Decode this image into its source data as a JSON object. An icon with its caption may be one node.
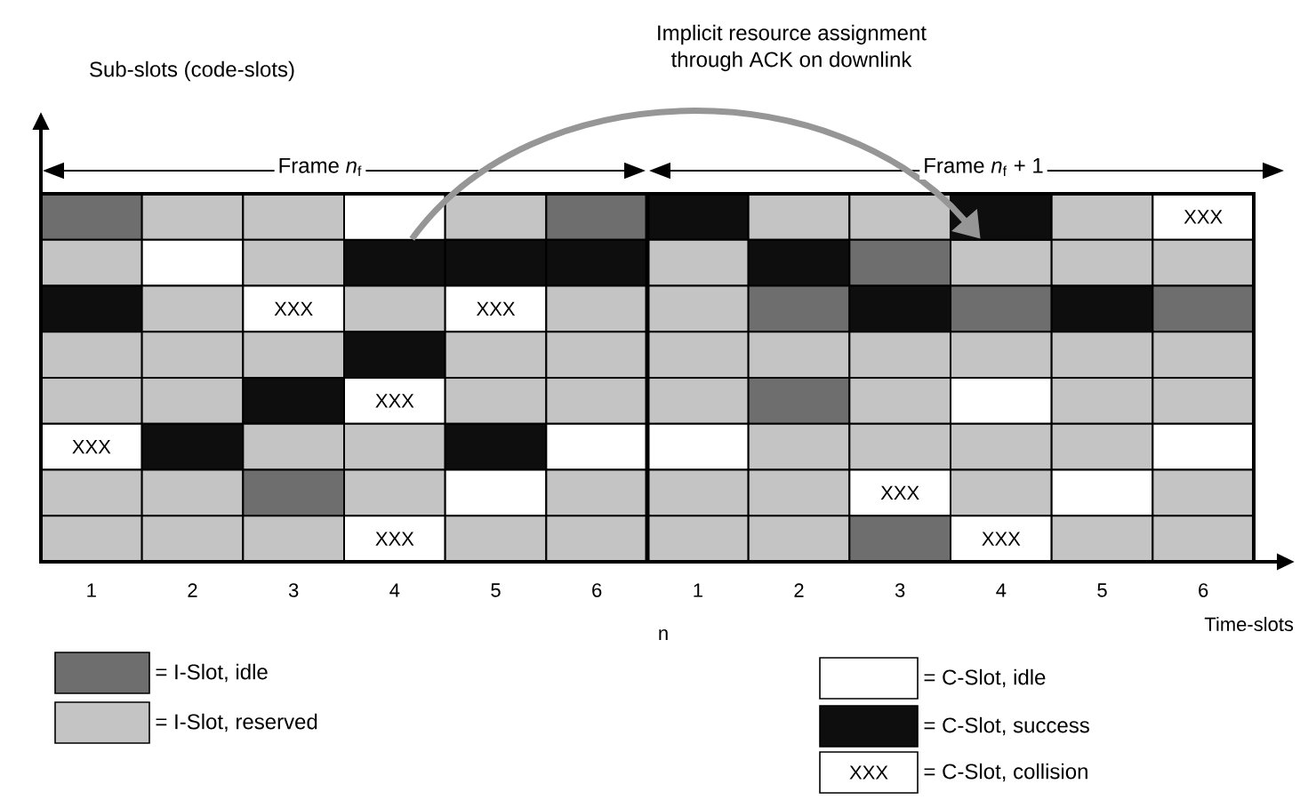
{
  "diagram": {
    "nodes": [
      {
        "text": [],
        "shape": "box"
      },
      {
        "text": [],
        "shape": "box"
      }
    ],
    "edges": [
      {
        "from": 0,
        "to": 1,
        "arrow": "to"
      }
    ],
    "labels": [
      "Implicit resource assignment through ACK on downlink",
      "Sub-slots (code-slots)",
      "Frame *n*$_{f}$",
      "Frame *n*$_{f}$ + 1",
      "XXX",
      "XXX",
      "XXX",
      "XXX",
      "XXX",
      "XXX",
      "XXX",
      "XXX",
      "1",
      "2",
      "3",
      "4",
      "5",
      "6",
      "1",
      "2",
      "3",
      "4",
      "5",
      "6",
      "n",
      "Time-slots",
      "XXX"
    ],
    "legend": [
      {
        "text": "= I-Slot, idle",
        "color": "#6e6e6e"
      },
      {
        "text": "= I-Slot, reserved",
        "color": "#c4c4c4"
      },
      {
        "text": "= C-Slot, idle"
      },
      {
        "text": "= C-Slot, success",
        "color": "#0e0e0e"
      },
      {
        "text": "= C-Slot, collision"
      }
    ]
  }
}
